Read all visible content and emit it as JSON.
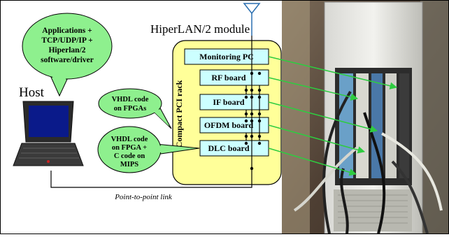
{
  "diagram": {
    "module_title": "HiperLAN/2 module",
    "host_label": "Host",
    "rack_label": "Compact PCI rack",
    "link_label": "Point-to-point link",
    "boards": {
      "monitoring": "Monitoring PC",
      "rf": "RF board",
      "if": "IF board",
      "ofdm": "OFDM board",
      "dlc": "DLC board"
    },
    "bubbles": {
      "host_software": [
        "Applications +",
        "TCP/UDP/IP +",
        "Hiperlan/2",
        "software/driver"
      ],
      "fpga": [
        "VHDL code",
        "on FPGAs"
      ],
      "dlc": [
        "VHDL code",
        "on FPGA +",
        "C code on",
        "MIPS"
      ]
    }
  },
  "colors": {
    "bubble": "#8ef08e",
    "rack": "#ffff99",
    "board": "#ccffff",
    "arrow": "#2ecc40",
    "antenna": "#2a6fb0"
  }
}
